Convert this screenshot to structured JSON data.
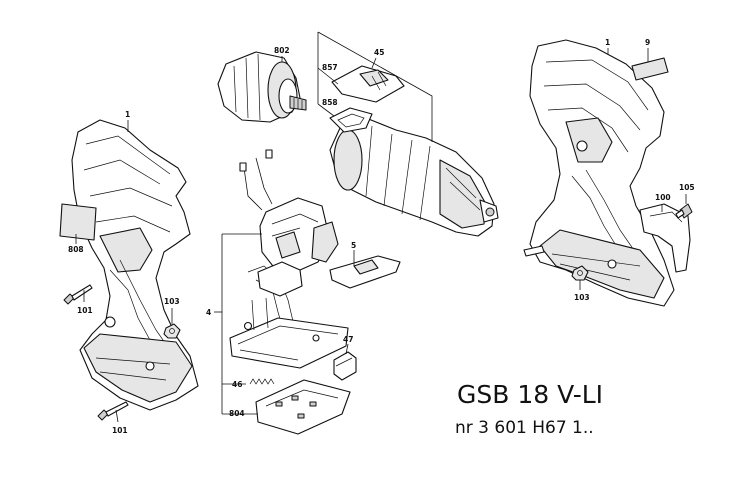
{
  "title": "GSB 18 V-LI",
  "part_number": "nr 3 601 H67 1..",
  "callouts": {
    "c1_left": "1",
    "c808": "808",
    "c101_top": "101",
    "c103_left": "103",
    "c101_bottom": "101",
    "c802": "802",
    "c857": "857",
    "c45": "45",
    "c858": "858",
    "c4": "4",
    "c5": "5",
    "c47": "47",
    "c46": "46",
    "c804": "804",
    "c1_right": "1",
    "c9": "9",
    "c105": "105",
    "c100": "100",
    "c103_right": "103"
  }
}
